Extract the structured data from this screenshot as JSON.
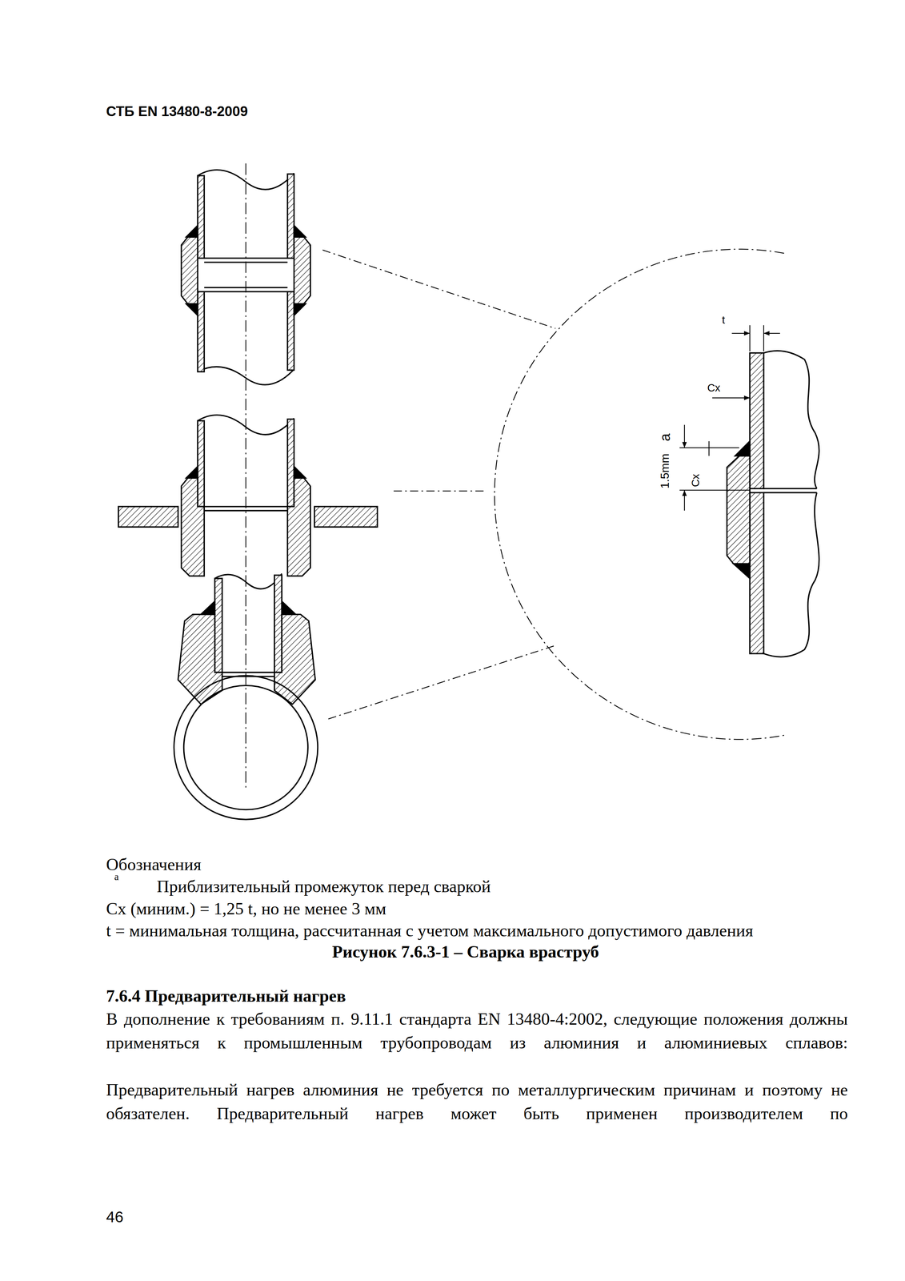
{
  "diagram": {
    "caption": "Рисунок 7.6.3-1 – Сварка враструб",
    "labels": [
      "СТБ EN 13480-8-2009",
      "t",
      "Cx",
      "1.5mm",
      "a",
      "Cx",
      "Обозначения",
      "a",
      "Приблизительный промежуток перед сваркой",
      "Cx (миним.) = 1,25 t, но не менее 3 мм",
      "t = минимальная толщина, рассчитанная с учетом максимального допустимого давления",
      "7.6.4 Предварительный нагрев",
      "В дополнение к требованиям п. 9.11.1 стандарта EN 13480-4:2002, следующие положения должны применяться к промышленным трубопроводам из алюминия и алюминиевых сплавов:",
      "Предварительный нагрев алюминия не требуется по металлургическим причинам и поэтому не обязателен. Предварительный нагрев может быть применен производителем по",
      "46"
    ]
  }
}
